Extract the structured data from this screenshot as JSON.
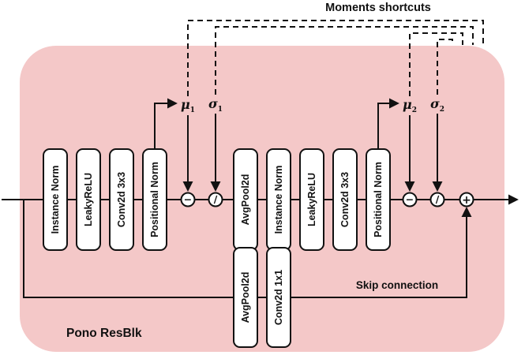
{
  "header": {
    "title": "Moments shortcuts"
  },
  "block": {
    "label": "Pono ResBlk"
  },
  "skip": {
    "label": "Skip connection"
  },
  "colors": {
    "block_bg": "#f4c8c8",
    "node_bg": "#ffffff",
    "line": "#111111"
  },
  "main_boxes": [
    "Instance Norm",
    "LeakyReLU",
    "Conv2d 3x3",
    "Positional Norm",
    "AvgPool2d",
    "Instance Norm",
    "LeakyReLU",
    "Conv2d 3x3",
    "Positional Norm"
  ],
  "skip_boxes": [
    "AvgPool2d",
    "Conv2d 1x1"
  ],
  "moments": [
    {
      "symbol": "μ",
      "sub": "1"
    },
    {
      "symbol": "σ",
      "sub": "1"
    },
    {
      "symbol": "μ",
      "sub": "2"
    },
    {
      "symbol": "σ",
      "sub": "2"
    }
  ],
  "operators": [
    {
      "name": "subtract",
      "glyph": "−"
    },
    {
      "name": "divide",
      "glyph": "∕"
    },
    {
      "name": "subtract",
      "glyph": "−"
    },
    {
      "name": "divide",
      "glyph": "∕"
    },
    {
      "name": "add",
      "glyph": "+"
    }
  ]
}
